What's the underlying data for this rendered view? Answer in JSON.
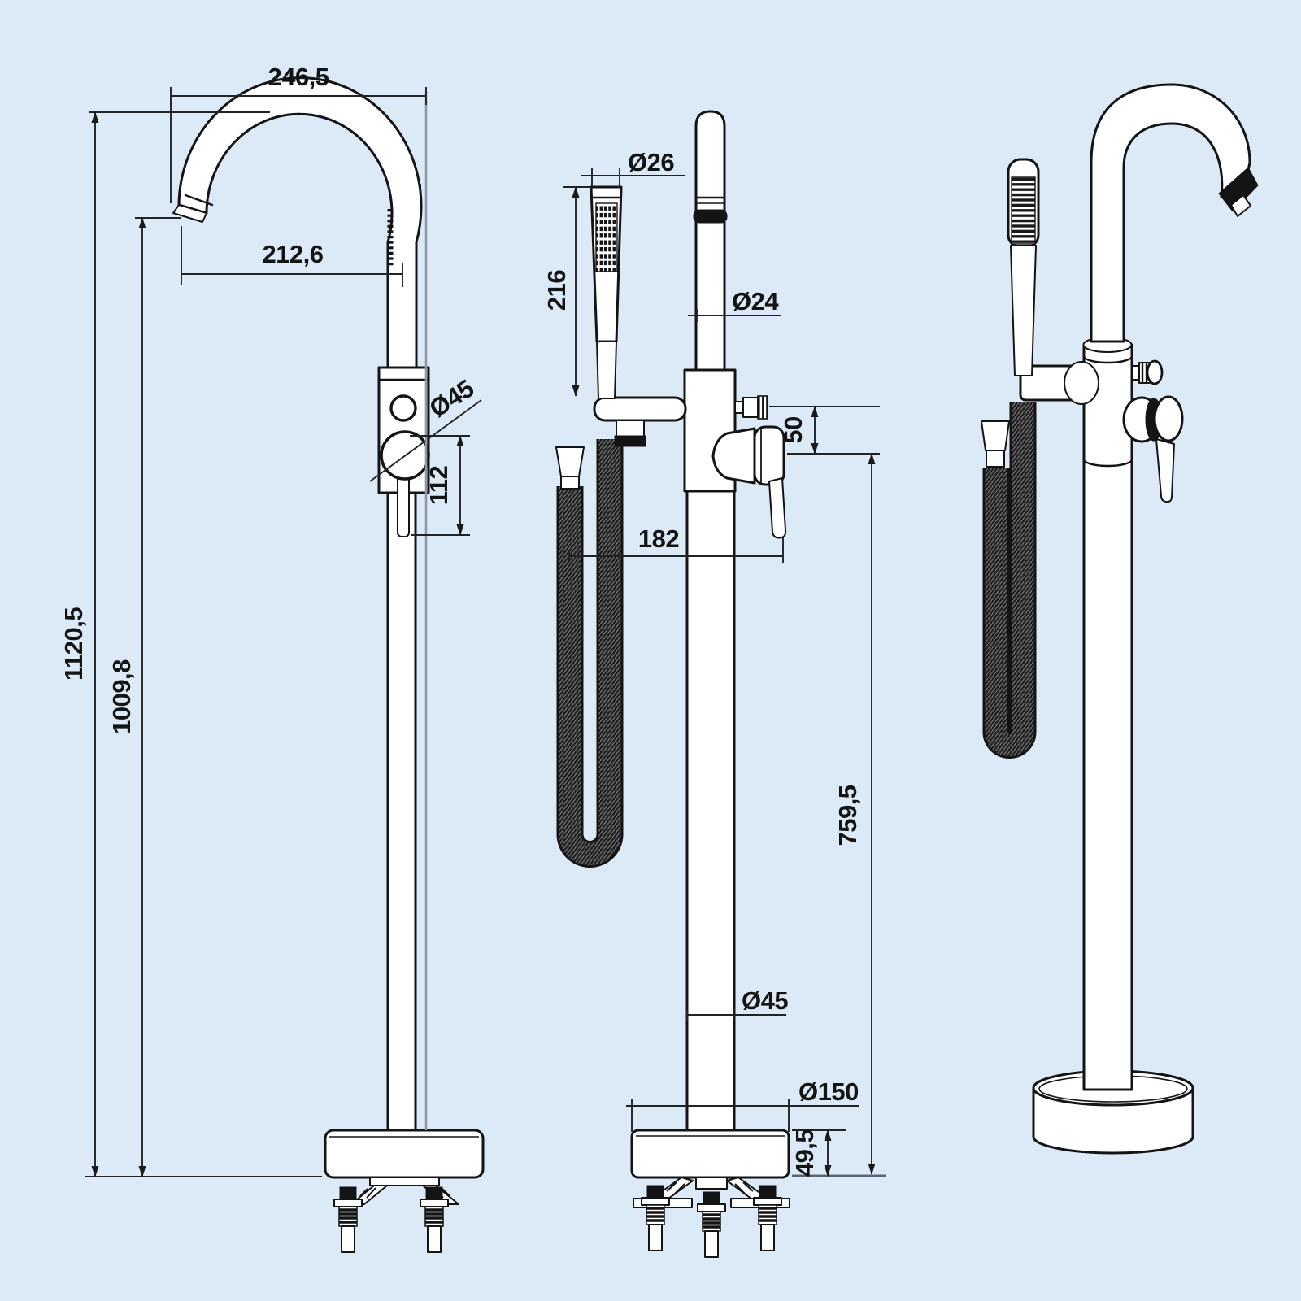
{
  "title": "Freestanding bath shower mixer tap - dimensioned technical drawing",
  "colors": {
    "background": "#dce9f7",
    "ink": "#141414",
    "dim": "#232323",
    "gray_line": "#8d98a4"
  },
  "views": {
    "side": {
      "label": "side-elevation",
      "dims": {
        "spout_reach_overall": "246,5",
        "spout_reach_to_outlet": "212,6",
        "overall_height": "1120,5",
        "outlet_height": "1009,8",
        "handle_rosette_diameter": "Ø45",
        "handle_drop": "112"
      }
    },
    "front": {
      "label": "front-elevation",
      "dims": {
        "handset_diameter": "Ø26",
        "handset_length": "216",
        "spout_tube_diameter": "Ø24",
        "diverter_drop": "50",
        "lever_reach": "182",
        "outlet_centre_height": "759,5",
        "column_diameter": "Ø45",
        "base_diameter": "Ø150",
        "base_height": "49,5"
      }
    },
    "perspective": {
      "label": "perspective-view"
    }
  }
}
